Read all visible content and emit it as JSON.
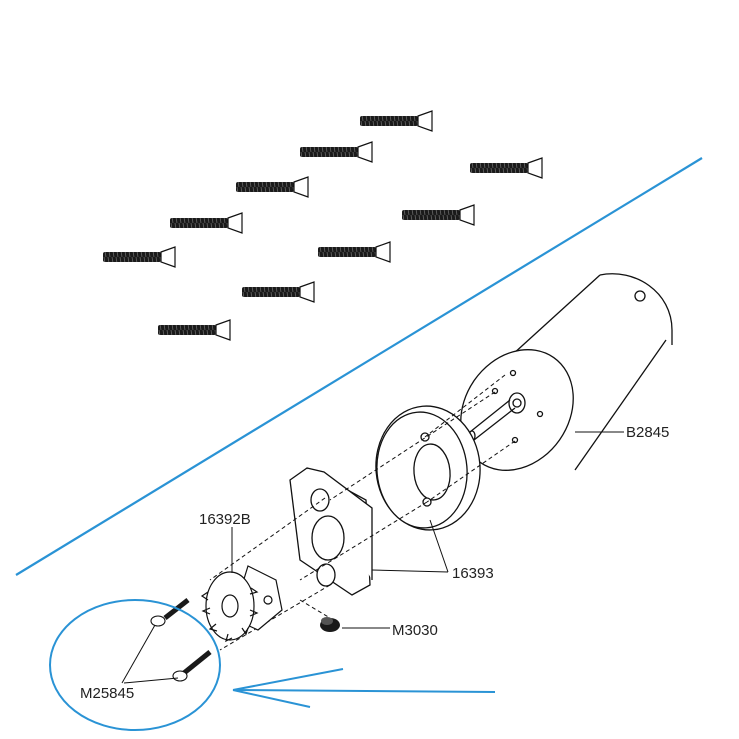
{
  "labels": {
    "motor": "B2845",
    "pinion": "16392B",
    "mount": "16393",
    "setscrew": "M3030",
    "screws": "M25845"
  },
  "colors": {
    "line": "#111111",
    "thread": "#1a1a1a",
    "annotation": "#2a93d5"
  },
  "icons": {
    "arrow": "arrow-left-icon",
    "circle": "highlight-circle"
  }
}
